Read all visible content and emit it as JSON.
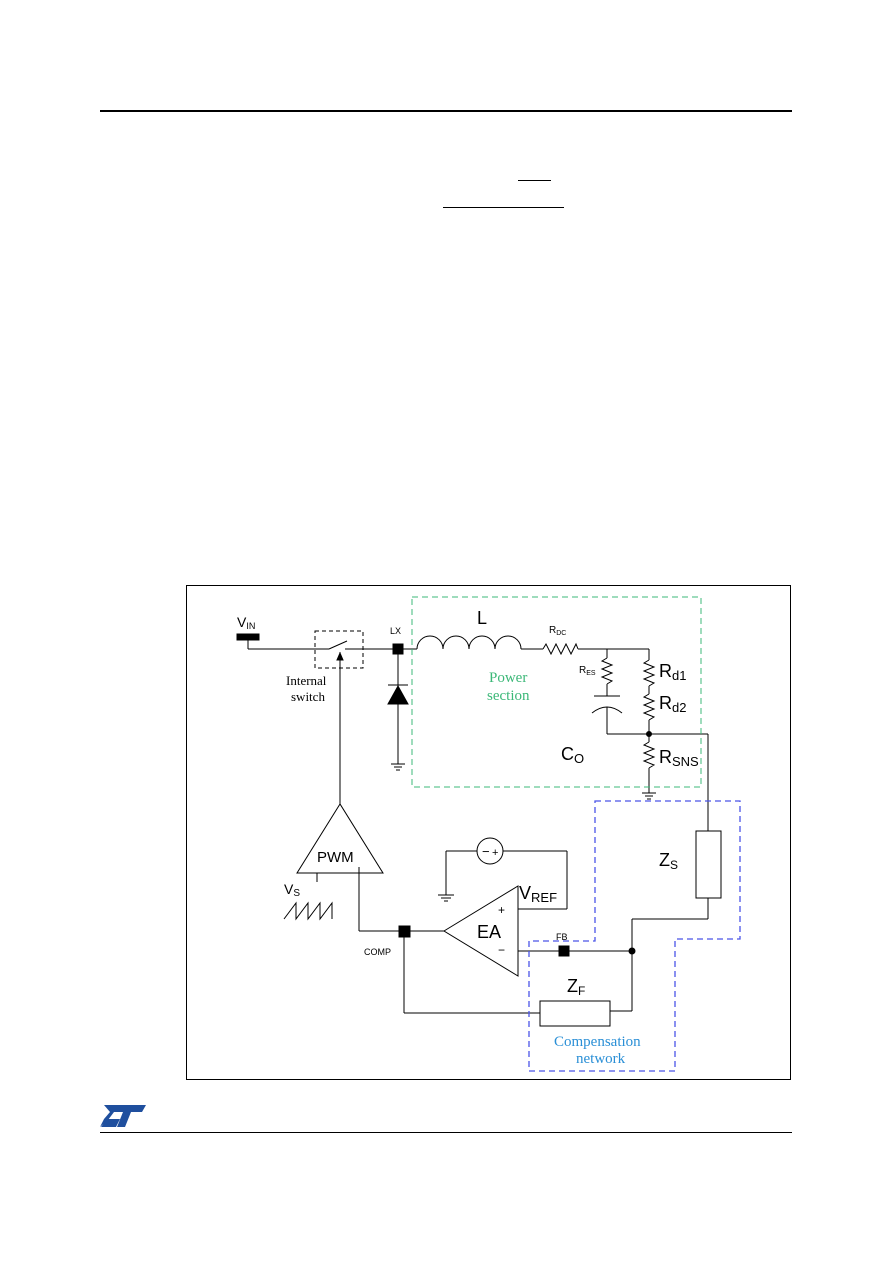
{
  "figure": {
    "labels": {
      "vin": "V",
      "vin_sub": "IN",
      "lx": "LX",
      "internal_switch_line1": "Internal",
      "internal_switch_line2": "switch",
      "inductor": "L",
      "rdc": "R",
      "rdc_sub": "DC",
      "res": "R",
      "res_sub": "ES",
      "rd1": "R",
      "rd1_sub": "d1",
      "rd2": "R",
      "rd2_sub": "d2",
      "co": "C",
      "co_sub": "O",
      "rsns": "R",
      "rsns_sub": "SNS",
      "power_section_line1": "Power",
      "power_section_line2": "section",
      "pwm": "PWM",
      "vs": "V",
      "vs_sub": "S",
      "comp": "COMP",
      "ea": "EA",
      "plus": "+",
      "minus": "−",
      "vref": "V",
      "vref_sub": "REF",
      "fb": "FB",
      "zs": "Z",
      "zs_sub": "S",
      "zf": "Z",
      "zf_sub": "F",
      "compensation_line1": "Compensation",
      "compensation_line2": "network"
    },
    "colors": {
      "power_section": "#3cb878",
      "compensation_network": "#4a55e8",
      "compensation_text": "#2a8fd6"
    }
  },
  "footer": {
    "logo": "ST"
  }
}
